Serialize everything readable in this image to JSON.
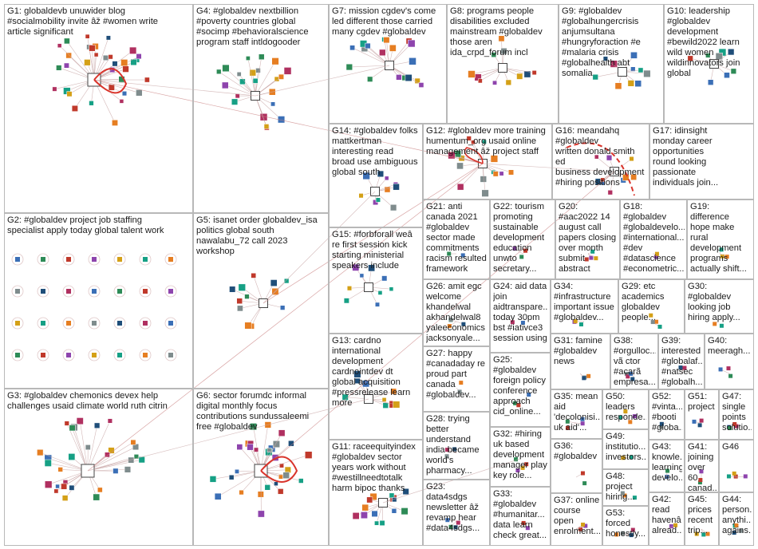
{
  "colors": {
    "edge": "#c9a7a7",
    "edge_strong": "#d9342b",
    "border": "#b8b8b8"
  },
  "groups": {
    "G1": "G1: globaldevb unuwider blog\n#socialmobility invite âž #women write\narticle significant",
    "G2": "G2: #globaldev project job staffing\nspecialist apply today global talent work",
    "G3": "G3: #globaldev chemonics devex help\nchallenges usaid climate world ruth citrin",
    "G4": "G4: #globaldev nextbillion\n#poverty countries global\n#socimp #behavioralscience\nprogram staff intldogooder",
    "G5": "G5: isanet order globaldev_isa\npolitics global south\nnawalabu_72 call 2023\nworkshop",
    "G6": "G6: sector forumdc informal\ndigital monthly focus\ncontributions sundussaleemi\nfree #globaldev",
    "G7": "G7: mission cgdev's come\nled different those carried\nmany cgdev #globaldev",
    "G8": "G8: programs people\ndisabilities excluded\nmainstream #globaldev\nthose aren\nida_crpd_forum incl",
    "G9": "G9: #globaldev\n#globalhungercrisis\nanjumsultana\n#hungryforaction #e\n#malaria crisis\n#globalhealth abt\nsomalia",
    "G10": "G10: leadership\n#globaldev\ndevelopment\n#bewild2022 learn\nwild women\nwildinnovators join\nglobal",
    "G11": "G11: raceequityindex\n#globaldev sector\nyears work without\n#westillneedtotalk\nharm bipoc thanks",
    "G12": "G12: #globaldev more training\nhumentum_org usaid online\nmanagement âž project staff",
    "G13": "G13: cardno\ninternational\ndevelopment\ncardnointdev dt\nglobal acquisition\n#pressrelease learn\nmore",
    "G14": "G14: #globaldev folks\nmattkertman\ninteresting read\nbroad use ambiguous\nglobal south",
    "G15": "G15: #forbforall weâ\nre first session kick\nstarting ministerial\nspeakers include",
    "G16": "G16: meandahq #globaldev\nwritten donald smith ed\nbusiness development\n#hiring positions",
    "G17": "G17: idinsight\nmonday career\nopportunities\nround looking\npassionate\nindividuals join...",
    "G18": "G18:\n#globaldev\n#globaldevelo...\n#international...\n#dev\n#datascience\n#econometric...",
    "G19": "G19:\ndifference\nhope make\nrural\ndevelopment\nprograms\nactually shift...",
    "G20": "G20:\n#aac2022 14\naugust call\npapers closing\nover month\nsubmit\nabstract",
    "G21": "G21: anti\ncanada 2021\n#globaldev\nsector made\ncommitments\nracism resulted\nframework",
    "G22": "G22: tourism\npromoting\nsustainable\ndevelopment\neducation\nunwto\nsecretary...",
    "G23": "G23:\ndata4sdgs\nnewsletter âž\nrevamp hear\n#data4sdgs...",
    "G24": "G24: aid data\njoin\naidtranspare...\ntoday 30pm\nbst #iativce3\nsession using",
    "G25": "G25:\n#globaldev\nforeign policy\nconference\napproach\ncid_online...",
    "G26": "G26: amit egc\nwelcome\nkhandelwal\nakhandelwal8\nyaleeconomics\njacksonyale...",
    "G27": "G27: happy\n#canadaday re\nproud part\ncanada\n#globaldev...",
    "G28": "G28: trying\nbetter\nunderstand\nindia became\nworld's\npharmacy...",
    "G29": "G29: etc\nacademics\nglobaldev\npeople...",
    "G30": "G30:\n#globaldev\nlooking job\nhiring apply...",
    "G31": "G31: famine\n#globaldev\nnews",
    "G32": "G32: #hiring\nuk based\ndevelopment\nmanager play\nkey role...",
    "G33": "G33:\n#globaldev\n#humanitar...\ndata learn\ncheck great...",
    "G34": "G34:\n#infrastructure\nimportant issue\n#globaldev...",
    "G35": "G35: mean\naid\n'decolonisi...\nuk aid'...",
    "G36": "G36:\n#globaldev",
    "G37": "G37: online\ncourse\nopen\nenrolment...",
    "G38": "G38:\n#orgulloc...\nvã ctor\n#acarã\nempresa...",
    "G39": "G39:\ninterested\n#globalaf...\n#natsec\n#globalh...",
    "G40": "G40:\nmeeragh...",
    "G41": "G41:\njoining\nover 60\ncanad...",
    "G42": "G42:\nread\nhavenâ\nalread...",
    "G43": "G43:\nknowle...\nlearning\ndevelo...",
    "G44": "G44:\nperson...\nanythi...\nagains...",
    "G45": "G45:\nprices\nrecent\ntrip...",
    "G46": "G46",
    "G47": "G47:\nsingle\npoints\nsolutio...",
    "G48": "G48:\nproject\nhiring...",
    "G49": "G49:\ninstitutio...\ninvestors...",
    "G50": "G50:\nleaders\nresponde...",
    "G51": "G51:\nproject",
    "G52": "G52:\n#vinta...\n#booti\n#globa...",
    "G53": "G53:\nforced\nhonestly..."
  }
}
